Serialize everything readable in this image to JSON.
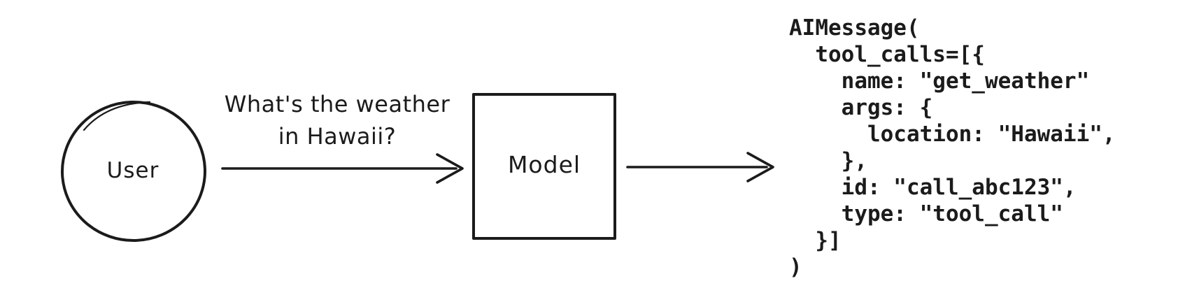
{
  "diagram": {
    "user_node": {
      "label": "User"
    },
    "query_arrow": {
      "label_lines": [
        "What's the weather",
        "in Hawaii?"
      ]
    },
    "model_node": {
      "label": "Model"
    },
    "output_code": {
      "text": "AIMessage(\n  tool_calls=[{\n    name: \"get_weather\"\n    args: {\n      location: \"Hawaii\",\n    },\n    id: \"call_abc123\",\n    type: \"tool_call\"\n  }]\n)"
    },
    "colors": {
      "ink": "#1b1b1b",
      "background": "#ffffff"
    }
  }
}
